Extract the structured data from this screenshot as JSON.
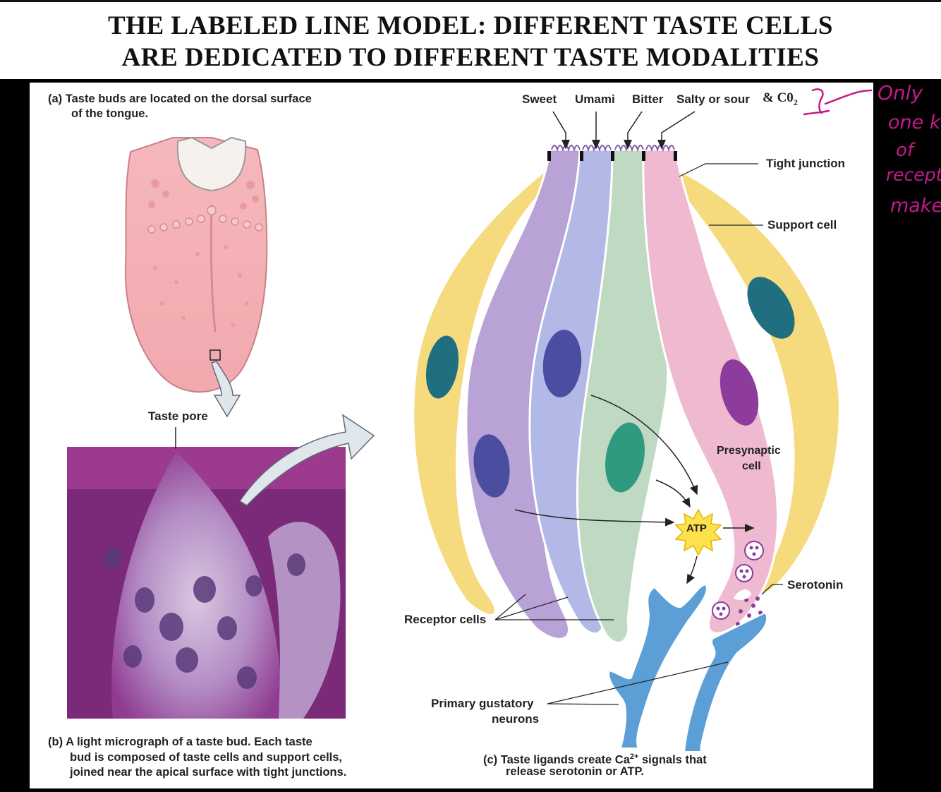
{
  "title": {
    "line1": "THE LABELED LINE MODEL:  DIFFERENT TASTE CELLS",
    "line2": "ARE DEDICATED TO DIFFERENT TASTE MODALITIES"
  },
  "panel_a": {
    "letter": "(a)",
    "text1": "Taste buds are located on the dorsal surface",
    "text2": "of the tongue."
  },
  "panel_b": {
    "letter": "(b)",
    "text1": "A light micrograph of a taste bud. Each taste",
    "text2": "bud is composed of taste cells and support cells,",
    "text3": "joined near the apical surface with tight junctions."
  },
  "panel_c": {
    "letter": "(c)",
    "text1a": "Taste ligands create Ca",
    "text1sup": "2+",
    "text1b": " signals that",
    "text2": "release serotonin or ATP."
  },
  "labels": {
    "taste_pore": "Taste pore",
    "sweet": "Sweet",
    "umami": "Umami",
    "bitter": "Bitter",
    "salty_sour": "Salty or sour",
    "co2": "& C0",
    "co2_sub": "2",
    "tight_junction": "Tight junction",
    "support_cell": "Support cell",
    "presynaptic1": "Presynaptic",
    "presynaptic2": "cell",
    "atp": "ATP",
    "serotonin": "Serotonin",
    "receptor_cells": "Receptor cells",
    "primary1": "Primary gustatory",
    "primary2": "neurons"
  },
  "handwriting": [
    "Only",
    "one k",
    "of",
    "recepto",
    "make"
  ],
  "colors": {
    "support_cell": "#f6da7e",
    "purple_cell": "#b8a2d6",
    "blue_cell": "#b3b9e6",
    "green_cell": "#bfd9c2",
    "pink_cell": "#efb9d0",
    "neuron": "#5b9fd6",
    "annotation": "#c21a8a"
  }
}
